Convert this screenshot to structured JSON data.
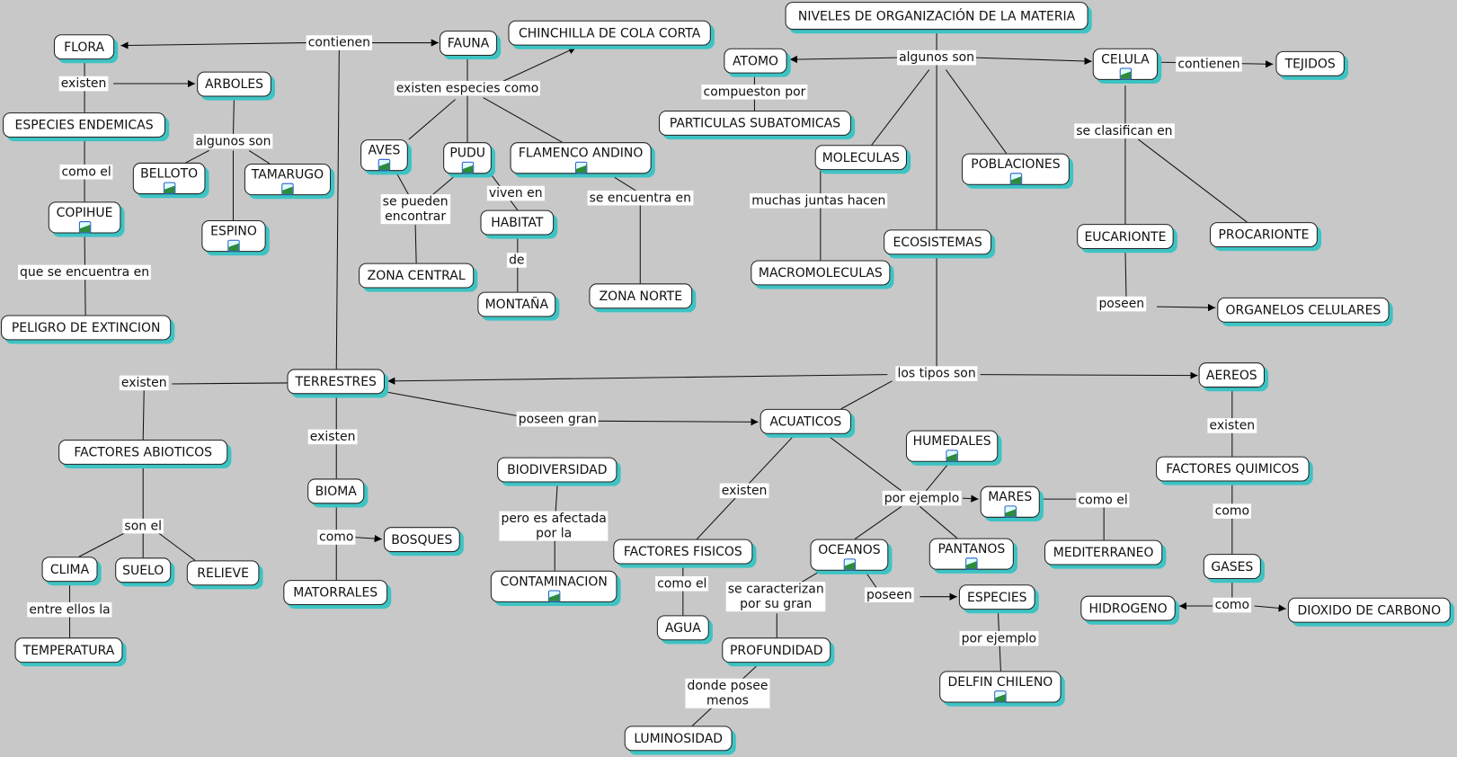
{
  "concepts": [
    {
      "label": "FLORA"
    },
    {
      "label": "FAUNA"
    },
    {
      "label": "CHINCHILLA DE COLA CORTA"
    },
    {
      "label": "NIVELES DE ORGANIZACIÓN DE LA MATERIA"
    },
    {
      "label": "ATOMO"
    },
    {
      "label": "CELULA",
      "has_image": true
    },
    {
      "label": "TEJIDOS"
    },
    {
      "label": "ARBOLES"
    },
    {
      "label": "ESPECIES ENDEMICAS"
    },
    {
      "label": "PARTICULAS SUBATOMICAS"
    },
    {
      "label": "AVES",
      "has_image": true
    },
    {
      "label": "PUDU",
      "has_image": true
    },
    {
      "label": "FLAMENCO ANDINO",
      "has_image": true
    },
    {
      "label": "MOLECULAS"
    },
    {
      "label": "POBLACIONES",
      "has_image": true
    },
    {
      "label": "BELLOTO",
      "has_image": true
    },
    {
      "label": "TAMARUGO",
      "has_image": true
    },
    {
      "label": "COPIHUE",
      "has_image": true
    },
    {
      "label": "ESPINO",
      "has_image": true
    },
    {
      "label": "HABITAT"
    },
    {
      "label": "ECOSISTEMAS"
    },
    {
      "label": "EUCARIONTE"
    },
    {
      "label": "PROCARIONTE"
    },
    {
      "label": "MACROMOLECULAS"
    },
    {
      "label": "ZONA CENTRAL"
    },
    {
      "label": "ZONA NORTE"
    },
    {
      "label": "MONTAÑA"
    },
    {
      "label": "ORGANELOS CELULARES"
    },
    {
      "label": "PELIGRO DE EXTINCION"
    },
    {
      "label": "AEREOS"
    },
    {
      "label": "TERRESTRES"
    },
    {
      "label": "ACUATICOS"
    },
    {
      "label": "HUMEDALES",
      "has_image": true
    },
    {
      "label": "FACTORES ABIOTICOS"
    },
    {
      "label": "BIODIVERSIDAD"
    },
    {
      "label": "FACTORES QUIMICOS"
    },
    {
      "label": "MARES",
      "has_image": true
    },
    {
      "label": "BIOMA"
    },
    {
      "label": "BOSQUES"
    },
    {
      "label": "FACTORES FISICOS"
    },
    {
      "label": "OCEANOS",
      "has_image": true
    },
    {
      "label": "PANTANOS",
      "has_image": true
    },
    {
      "label": "MEDITERRANEO"
    },
    {
      "label": "CLIMA"
    },
    {
      "label": "SUELO"
    },
    {
      "label": "RELIEVE"
    },
    {
      "label": "GASES"
    },
    {
      "label": "CONTAMINACION",
      "has_image": true
    },
    {
      "label": "MATORRALES"
    },
    {
      "label": "ESPECIES"
    },
    {
      "label": "HIDROGENO"
    },
    {
      "label": "DIOXIDO DE CARBONO"
    },
    {
      "label": "AGUA"
    },
    {
      "label": "TEMPERATURA"
    },
    {
      "label": "PROFUNDIDAD"
    },
    {
      "label": "DELFIN CHILENO",
      "has_image": true
    },
    {
      "label": "LUMINOSIDAD"
    }
  ],
  "linking_phrases": [
    "contienen",
    "existen",
    "existen especies como",
    "algunos son",
    "compueston por",
    "contienen",
    "algunos son",
    "como el",
    "se clasifican en",
    "se pueden\nencontrar",
    "viven en",
    "se encuentra en",
    "muchas juntas hacen",
    "de",
    "que se encuentra en",
    "poseen",
    "los tipos son",
    "existen",
    "existen",
    "existen",
    "poseen gran",
    "existen",
    "por ejemplo",
    "como el",
    "como",
    "son el",
    "como",
    "pero es afectada\npor la",
    "como el",
    "se caracterizan\npor su gran",
    "poseen",
    "como",
    "entre ellos la",
    "por ejemplo",
    "donde posee\nmenos"
  ]
}
